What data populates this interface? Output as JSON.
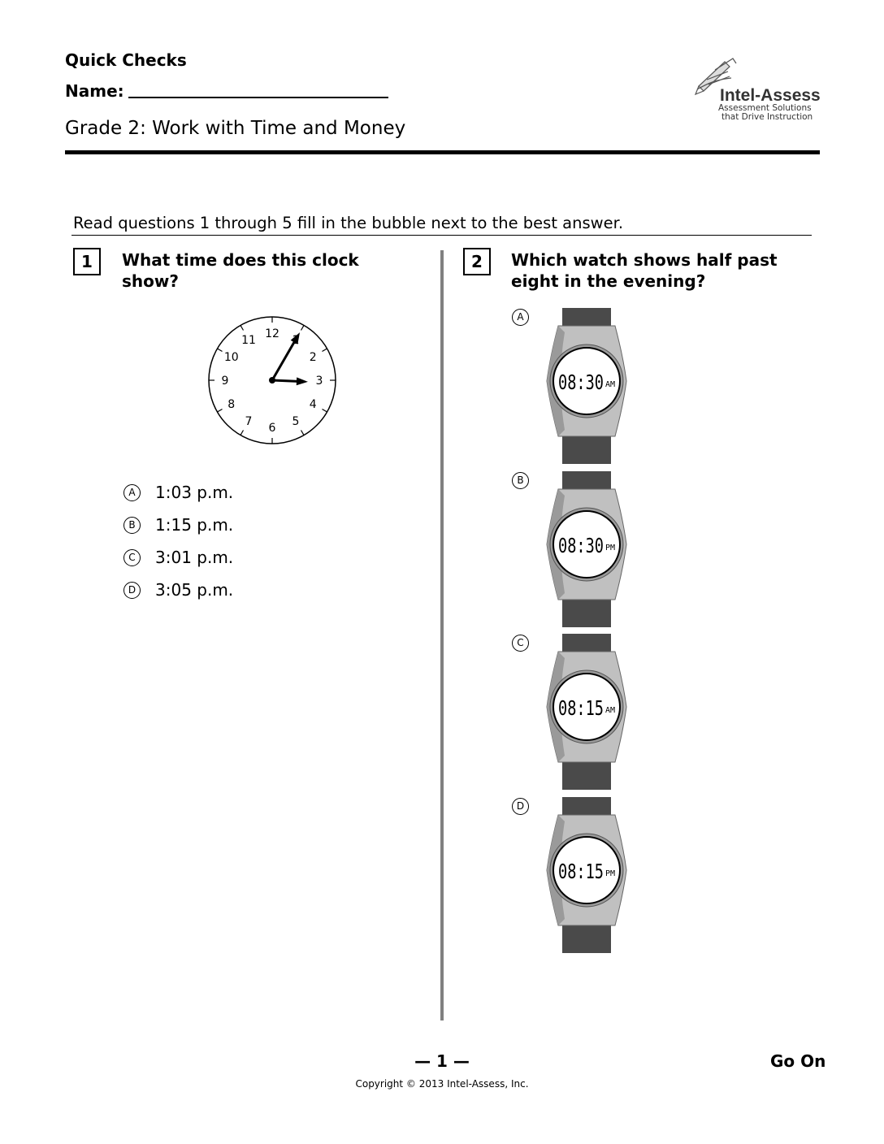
{
  "header": {
    "quick_checks": "Quick Checks",
    "name_label": "Name:",
    "title": "Grade 2: Work with Time and Money",
    "logo": {
      "brand_part1": "Intel-",
      "brand_part2": "Assess",
      "tagline1": "Assessment Solutions",
      "tagline2": "that Drive Instruction"
    }
  },
  "instructions": "Read questions 1 through 5 fill in the bubble next to the best answer.",
  "question1": {
    "number": "1",
    "text": "What time does this clock show?",
    "clock": {
      "numbers": [
        "12",
        "1",
        "2",
        "3",
        "4",
        "5",
        "6",
        "7",
        "8",
        "9",
        "10",
        "11"
      ],
      "hour_hand_time": 3,
      "minute_hand_minutes": 5
    },
    "options": [
      {
        "letter": "A",
        "text": "1:03 p.m."
      },
      {
        "letter": "B",
        "text": "1:15 p.m."
      },
      {
        "letter": "C",
        "text": "3:01 p.m."
      },
      {
        "letter": "D",
        "text": "3:05 p.m."
      }
    ]
  },
  "question2": {
    "number": "2",
    "text": "Which watch shows half past eight in the evening?",
    "options": [
      {
        "letter": "A",
        "time": "08:30",
        "period": "AM"
      },
      {
        "letter": "B",
        "time": "08:30",
        "period": "PM"
      },
      {
        "letter": "C",
        "time": "08:15",
        "period": "AM"
      },
      {
        "letter": "D",
        "time": "08:15",
        "period": "PM"
      }
    ]
  },
  "footer": {
    "page_number": "— 1 —",
    "go_on": "Go On",
    "copyright": "Copyright © 2013 Intel-Assess, Inc."
  },
  "colors": {
    "watch_band": "#4a4a4a",
    "watch_case": "#c0c0c0",
    "watch_case_dark": "#9a9a9a",
    "divider": "#808080"
  }
}
